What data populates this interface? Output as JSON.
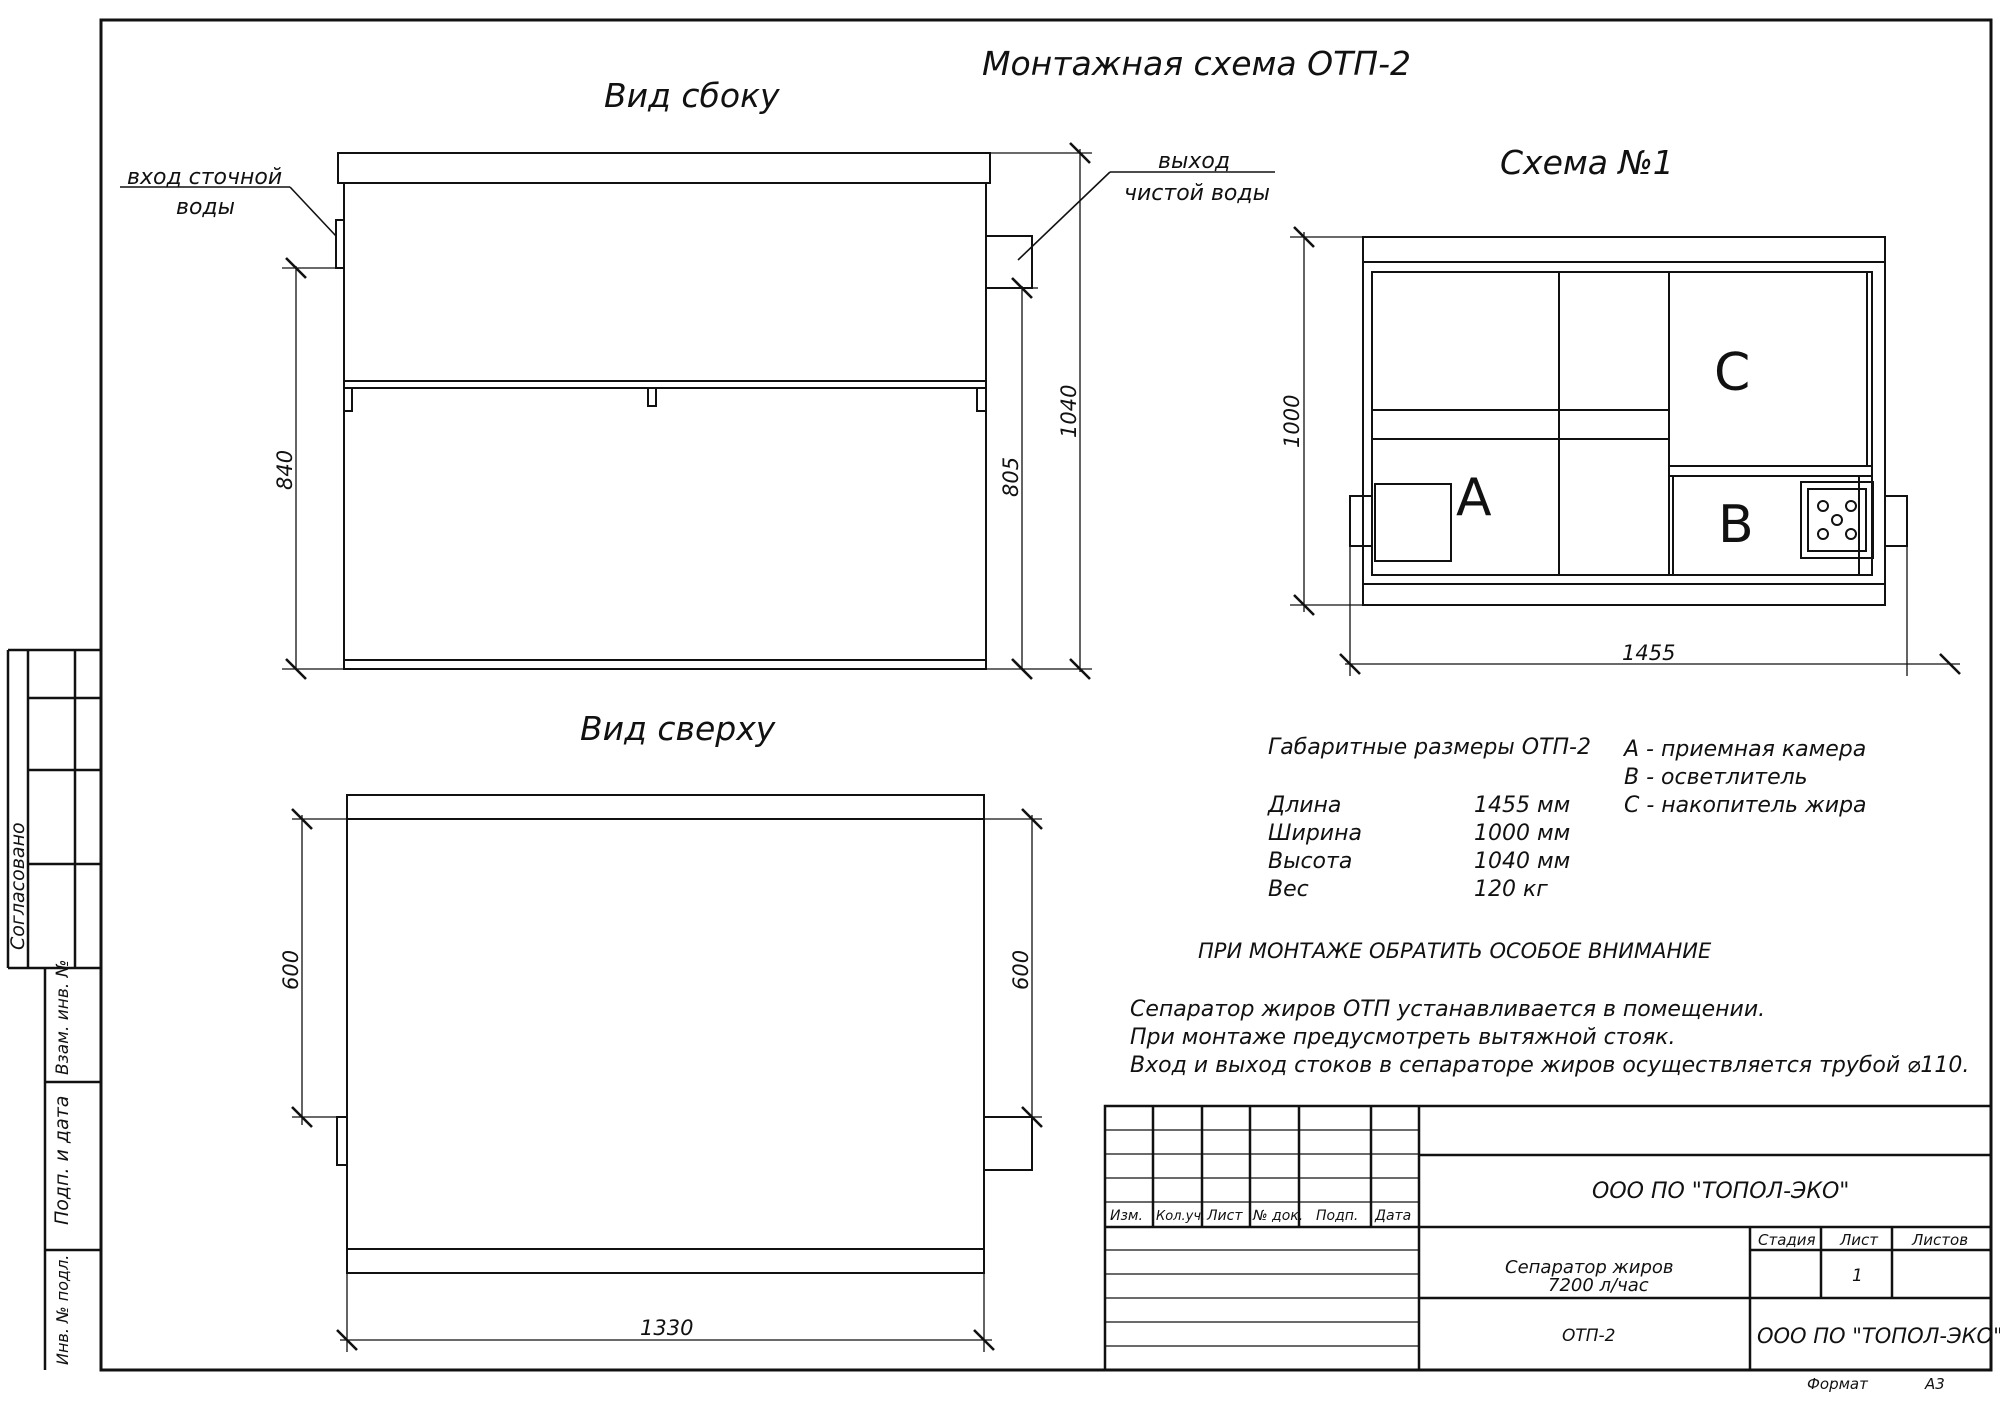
{
  "title": "Монтажная схема ОТП-2",
  "side_view": {
    "title": "Вид сбоку",
    "inlet_label_1": "вход сточной",
    "inlet_label_2": "воды",
    "outlet_label_1": "выход",
    "outlet_label_2": "чистой воды",
    "dim_left": "840",
    "dim_right_inner": "805",
    "dim_right_outer": "1040"
  },
  "top_view": {
    "title": "Вид сверху",
    "dim_left": "600",
    "dim_right": "600",
    "dim_bottom": "1330"
  },
  "scheme": {
    "title": "Схема №1",
    "dim_height": "1000",
    "dim_length": "1455",
    "chamber_a": "A",
    "chamber_b": "B",
    "chamber_c": "C"
  },
  "specs": {
    "heading": "Габаритные размеры ОТП-2",
    "rows": [
      {
        "label": "Длина",
        "value": "1455 мм"
      },
      {
        "label": "Ширина",
        "value": "1000 мм"
      },
      {
        "label": "Высота",
        "value": "1040 мм"
      },
      {
        "label": "Вес",
        "value": "120 кг"
      }
    ],
    "legend": [
      "A - приемная  камера",
      "B - осветлитель",
      "C - накопитель жира"
    ]
  },
  "notes": {
    "heading": "ПРИ МОНТАЖЕ ОБРАТИТЬ ОСОБОЕ ВНИМАНИЕ",
    "lines": [
      "Сепаратор жиров ОТП устанавливается в помещении.",
      "При монтаже предусмотреть вытяжной стояк.",
      "Вход и выход стоков в сепараторе жиров осуществляется трубой ⌀110."
    ]
  },
  "left_strip": {
    "agreed": "Согласовано",
    "swap_inv": "Взам. инв. №",
    "sign_date": "Подп. и дата",
    "inv_orig": "Инв. № подл."
  },
  "title_block": {
    "col_headers": [
      "Изм.",
      "Кол.уч.",
      "Лист",
      "№ док.",
      "Подп.",
      "Дата"
    ],
    "company_top": "ООО ПО \"ТОПОЛ-ЭКО\"",
    "product_line1": "Сепаратор жиров",
    "product_line2": "7200 л/час",
    "designation": "ОТП-2",
    "stage_header": "Стадия",
    "sheet_header": "Лист",
    "sheets_header": "Листов",
    "sheet_value": "1",
    "company_bottom": "ООО ПО \"ТОПОЛ-ЭКО\"",
    "format_label": "Формат",
    "format_value": "А3"
  }
}
